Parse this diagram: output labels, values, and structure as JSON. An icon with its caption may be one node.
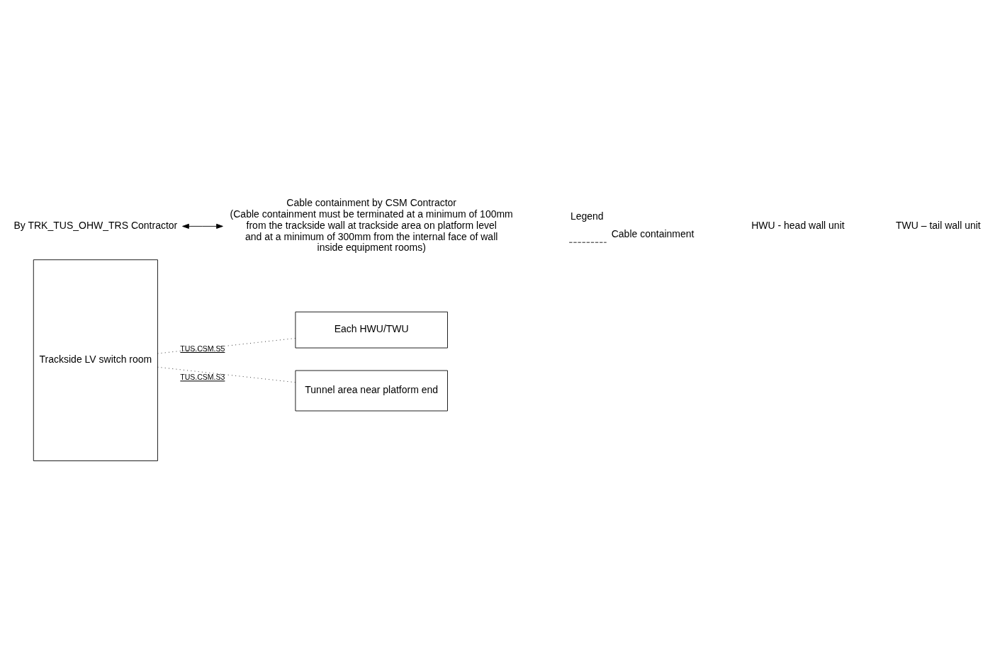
{
  "diagram": {
    "nodes": [
      {
        "text": [
          "Trackside LV switch room"
        ]
      },
      {
        "text": [
          "Each HWU/TWU"
        ]
      },
      {
        "text": [
          "Tunnel area near platform end"
        ]
      },
      {
        "text": [
          "By TRK_TUS_OHW_TRS Contractor"
        ]
      },
      {
        "text": [
          "Cable containment by CSM Contractor",
          "(Cable containment must be terminated at a minimum of 100mm from the trackside wall at trackside area on platform level and at a minimum of 300mm from the internal face of wall inside equipment rooms)"
        ]
      }
    ],
    "edges": [
      {
        "from": 3,
        "to": 4,
        "arrow": "both"
      },
      {
        "from": 0,
        "to": 1,
        "arrow": "none",
        "style": "dashed",
        "label": "TUS.CSM.S5"
      },
      {
        "from": 0,
        "to": 2,
        "arrow": "none",
        "style": "dashed",
        "label": "TUS.CSM.S3"
      }
    ],
    "labels": [
      "Legend",
      "HWU - head wall unit",
      "TWU – tail wall unit"
    ],
    "legend": [
      {
        "text": "Cable containment"
      }
    ]
  }
}
